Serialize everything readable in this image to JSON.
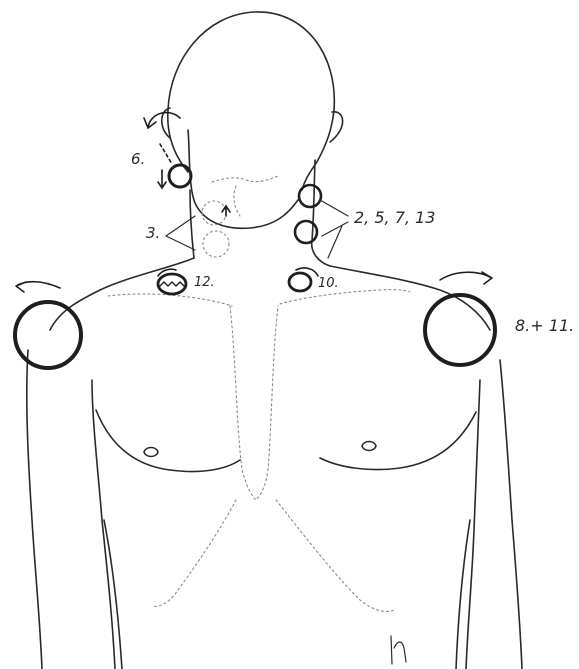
{
  "labels": {
    "six": "6.",
    "three": "3.",
    "two_five_seven_thirteen": "2, 5, 7, 13",
    "twelve": "12.",
    "ten": "10.",
    "eight_eleven": "8.+ 11."
  },
  "signature": "Hl",
  "colors": {
    "ink": "#2a2a2a",
    "dotted": "#8a8a8a",
    "background": "#ffffff"
  }
}
